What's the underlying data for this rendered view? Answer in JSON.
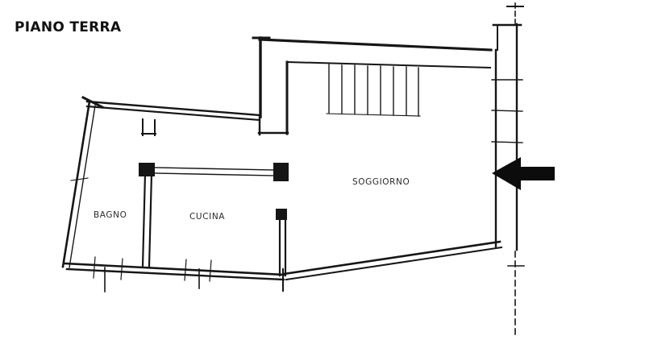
{
  "title": "PIANO TERRA",
  "rooms": [
    {
      "id": "bagno",
      "label": "BAGNO"
    },
    {
      "id": "cucina",
      "label": "CUCINA"
    },
    {
      "id": "soggiorno",
      "label": "SOGGIORNO"
    }
  ],
  "entrance": {
    "icon": "arrow-left"
  },
  "colors": {
    "ink": "#161616",
    "background": "#ffffff"
  }
}
